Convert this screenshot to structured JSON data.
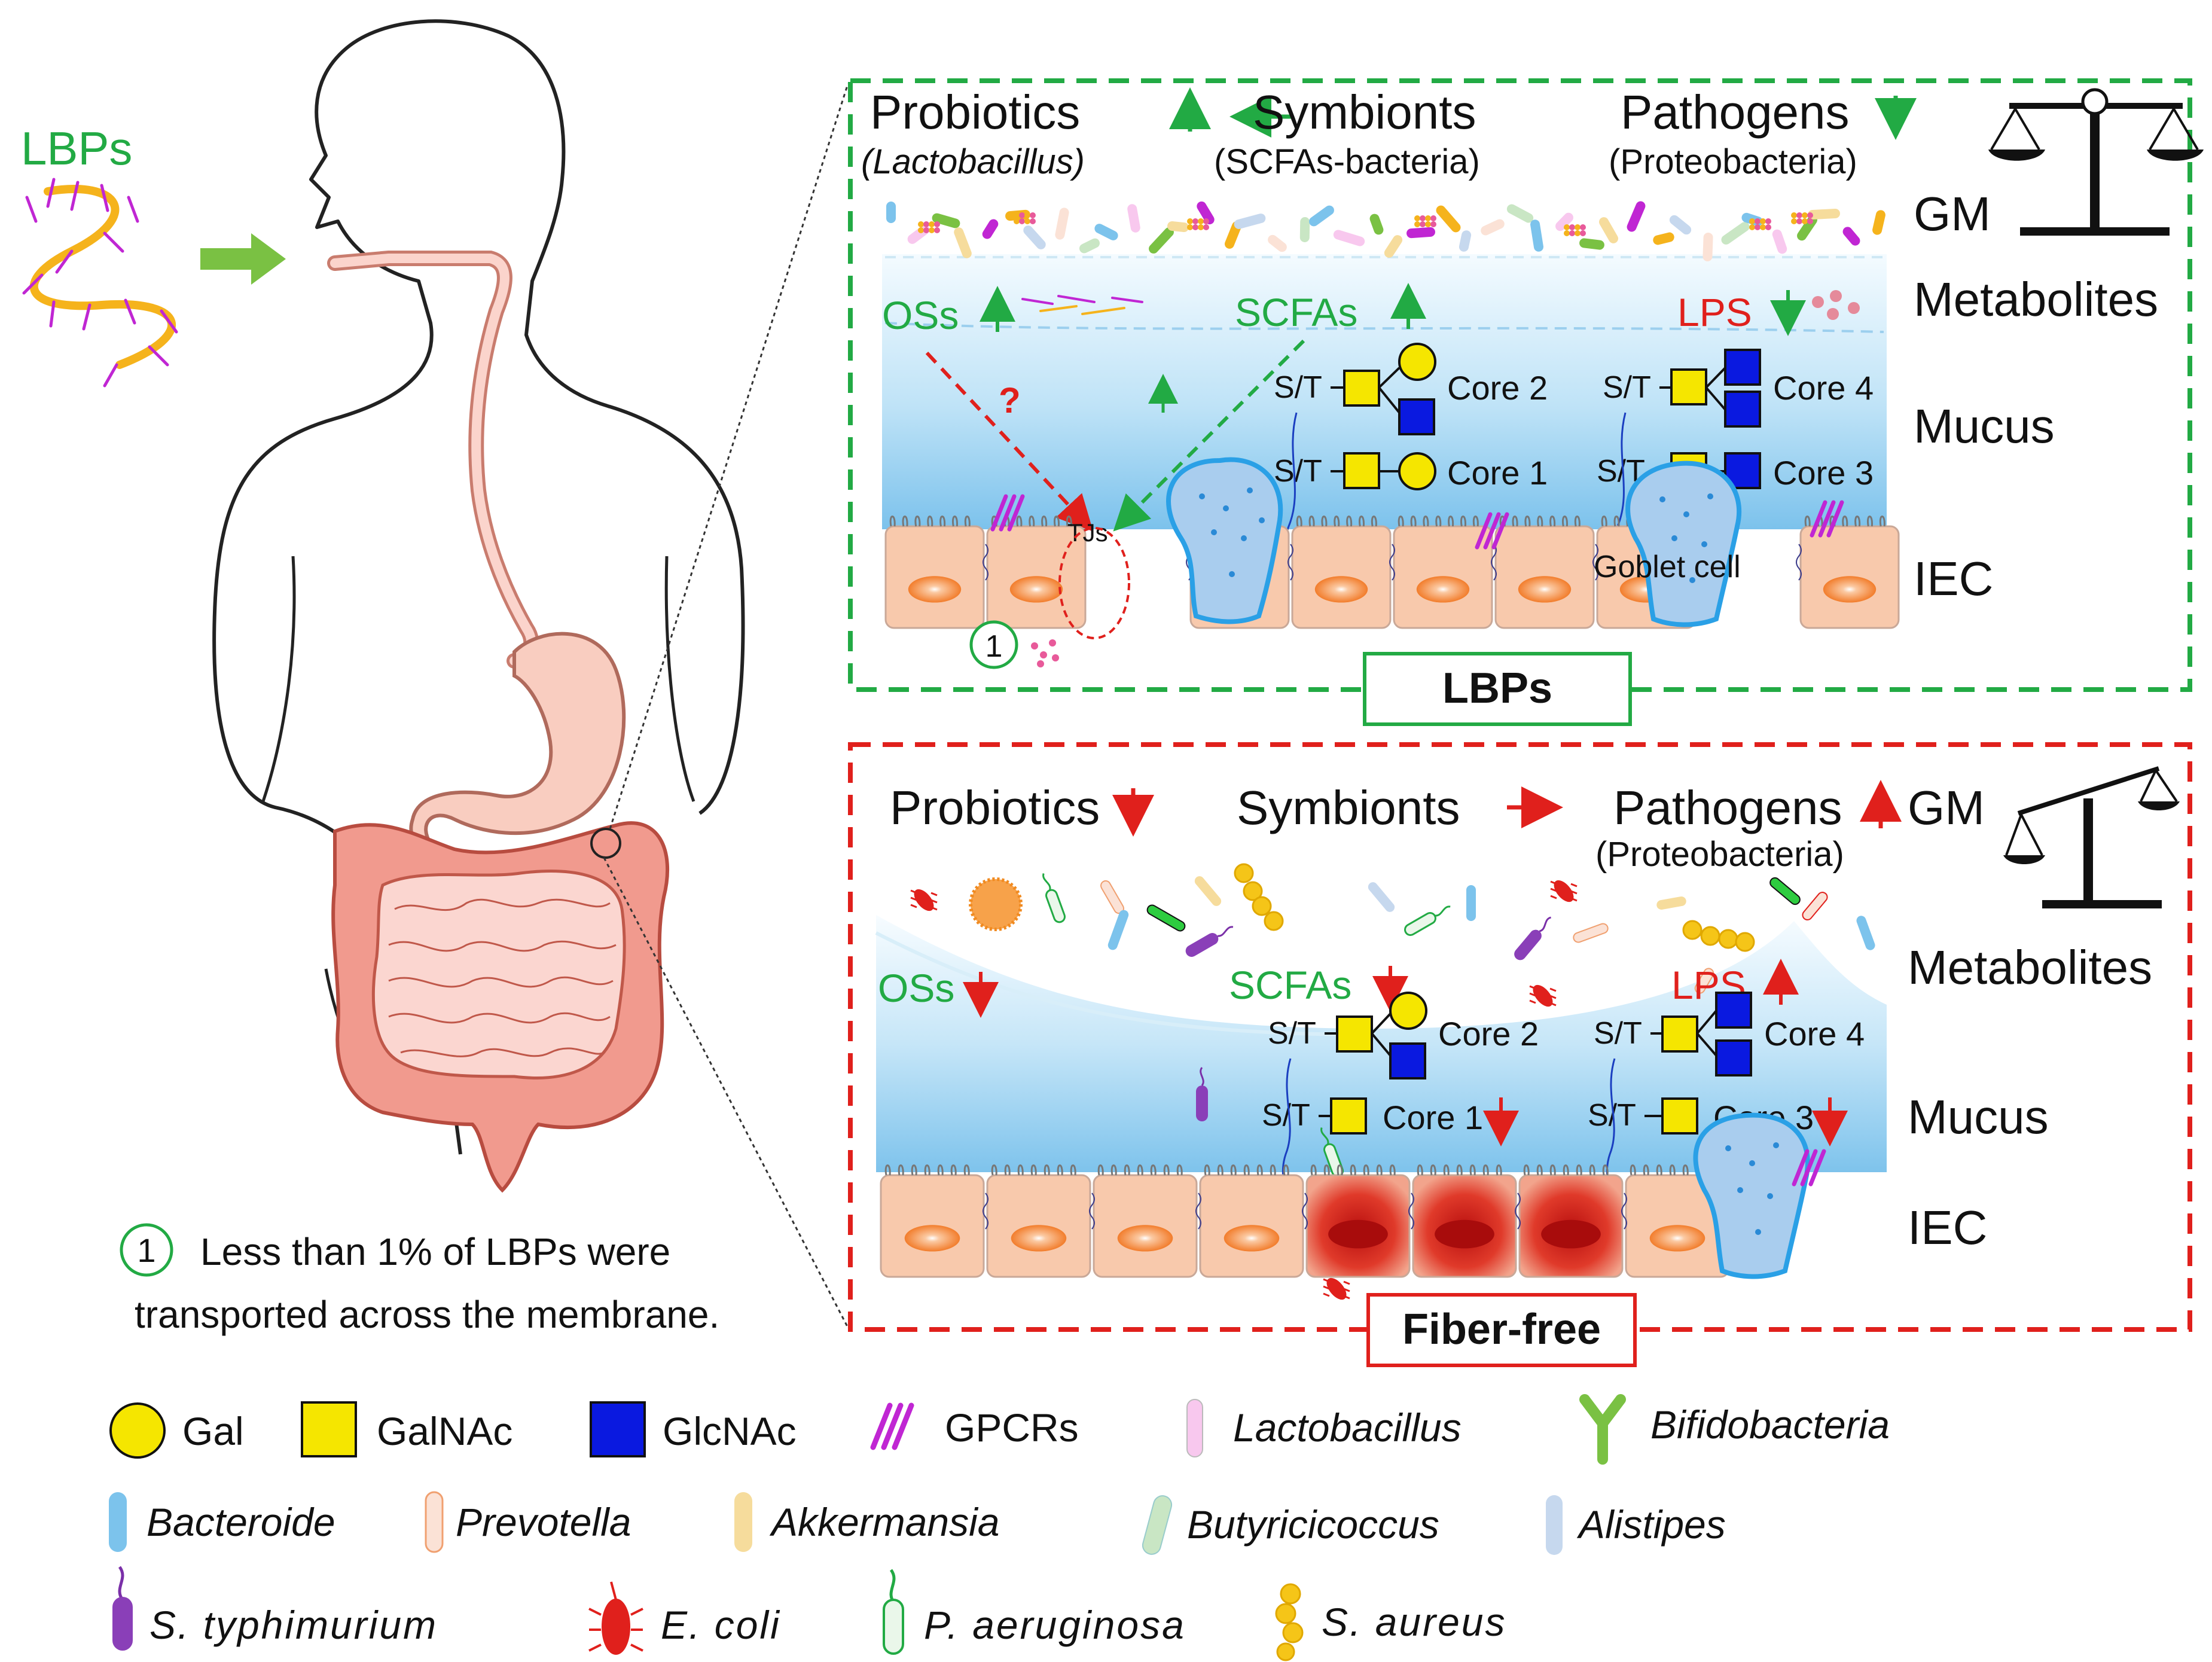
{
  "lbps_left": "LBPs",
  "note": {
    "num": "1",
    "line1": "Less than 1% of LBPs were",
    "line2": "transported across the membrane."
  },
  "top": {
    "probiotics": "Probiotics",
    "probiotics_sub": "(Lactobacillus)",
    "symbionts": "Symbionts",
    "symbionts_sub": "(SCFAs-bacteria)",
    "pathogens": "Pathogens",
    "pathogens_sub": "(Proteobacteria)",
    "gm": "GM",
    "metabolites": "Metabolites",
    "mucus": "Mucus",
    "iec": "IEC",
    "oss": "OSs",
    "scfas": "SCFAs",
    "lps": "LPS",
    "q": "?",
    "st": "S/T",
    "core1": "Core 1",
    "core2": "Core 2",
    "core3": "Core 3",
    "core4": "Core 4",
    "tjs": "TJs",
    "goblet": "Goblet cell",
    "num": "1",
    "label": "LBPs"
  },
  "bottom": {
    "probiotics": "Probiotics",
    "symbionts": "Symbionts",
    "pathogens": "Pathogens",
    "pathogens_sub": "(Proteobacteria)",
    "gm": "GM",
    "metabolites": "Metabolites",
    "mucus": "Mucus",
    "iec": "IEC",
    "oss": "OSs",
    "scfas": "SCFAs",
    "lps": "LPS",
    "st": "S/T",
    "core1": "Core 1",
    "core2": "Core 2",
    "core3": "Core 3",
    "core4": "Core 4",
    "label": "Fiber-free"
  },
  "legend": {
    "gal": "Gal",
    "galnac": "GalNAc",
    "glcnac": "GlcNAc",
    "gpcrs": "GPCRs",
    "lactobacillus": "Lactobacillus",
    "bifidobacteria": "Bifidobacteria",
    "bacteroide": "Bacteroide",
    "prevotella": "Prevotella",
    "akkermansia": "Akkermansia",
    "butyricicoccus": "Butyricicoccus",
    "alistipes": "Alistipes",
    "s_typhimurium": "S. typhimurium",
    "e_coli": "E. coli",
    "p_aeruginosa": "P. aeruginosa",
    "s_aureus": "S. aureus"
  },
  "colors": {
    "green": "#22aa44",
    "red": "#e0201c",
    "gal": "#f5e600",
    "galnac": "#f5e600",
    "glcnac": "#0a19e0",
    "gpcr": "#c026d3",
    "cell": "#f8c9ac",
    "nucleus": "#f59a52",
    "mucus_top": "#eaf6fd",
    "mucus_bottom": "#86c8ee",
    "inflamed": "#d91e18"
  }
}
